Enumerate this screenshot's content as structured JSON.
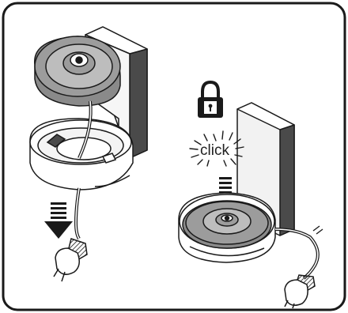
{
  "panel": {
    "border_color": "#1a1a1a",
    "background": "#ffffff"
  },
  "left_scene": {
    "step": "remove-base-from-holder",
    "arrow_direction": "down",
    "icons": [
      "kettle-base-icon",
      "wall-holder-icon",
      "power-cord-icon",
      "plug-icon",
      "down-arrow-icon"
    ]
  },
  "right_scene": {
    "step": "insert-base-into-holder",
    "arrow_direction": "down",
    "click_label": "click",
    "icons": [
      "padlock-icon",
      "click-burst-icon",
      "kettle-base-icon",
      "wall-holder-icon",
      "plug-icon",
      "down-arrow-icon"
    ]
  },
  "colors": {
    "outline": "#1a1a1a",
    "base_fill": "#8a8a8a",
    "base_light": "#bdbdbd",
    "holder_dark": "#4a4a4a",
    "holder_light": "#f2f2f2"
  }
}
